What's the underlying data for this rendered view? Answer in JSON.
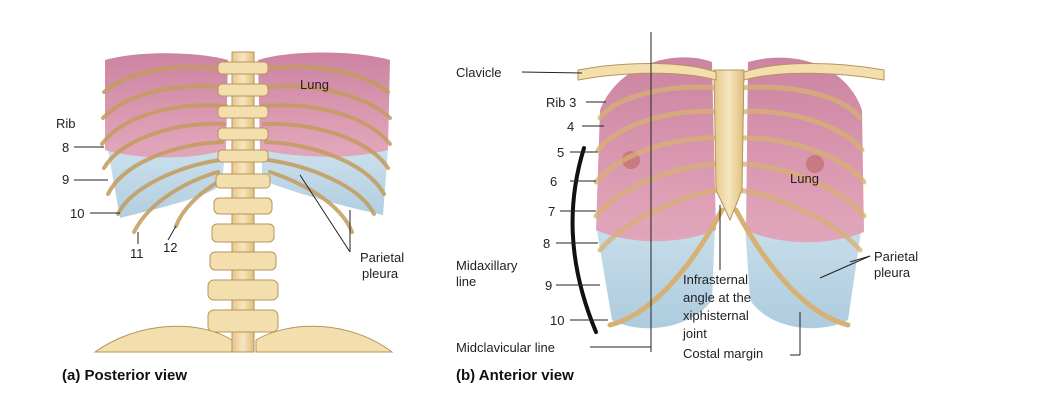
{
  "posterior": {
    "caption": "(a) Posterior view",
    "labels": {
      "rib": "Rib",
      "r8": "8",
      "r9": "9",
      "r10": "10",
      "r11": "11",
      "r12": "12",
      "lung": "Lung",
      "parietal_pleura_1": "Parietal",
      "parietal_pleura_2": "pleura"
    }
  },
  "anterior": {
    "caption": "(b) Anterior view",
    "labels": {
      "clavicle": "Clavicle",
      "rib3": "Rib 3",
      "r4": "4",
      "r5": "5",
      "r6": "6",
      "r7": "7",
      "r8": "8",
      "r9": "9",
      "r10": "10",
      "lung": "Lung",
      "midaxillary_1": "Midaxillary",
      "midaxillary_2": "line",
      "midclavicular": "Midclavicular line",
      "infrasternal_1": "Infrasternal",
      "infrasternal_2": "angle at the",
      "infrasternal_3": "xiphisternal",
      "infrasternal_4": "joint",
      "costal_margin": "Costal margin",
      "parietal_pleura_1": "Parietal",
      "parietal_pleura_2": "pleura"
    }
  },
  "colors": {
    "bone": "#efd9a8",
    "bone_edge": "#b8935a",
    "lung": "#d98fa8",
    "pleura": "#b9d6e6",
    "background": "#ffffff"
  }
}
